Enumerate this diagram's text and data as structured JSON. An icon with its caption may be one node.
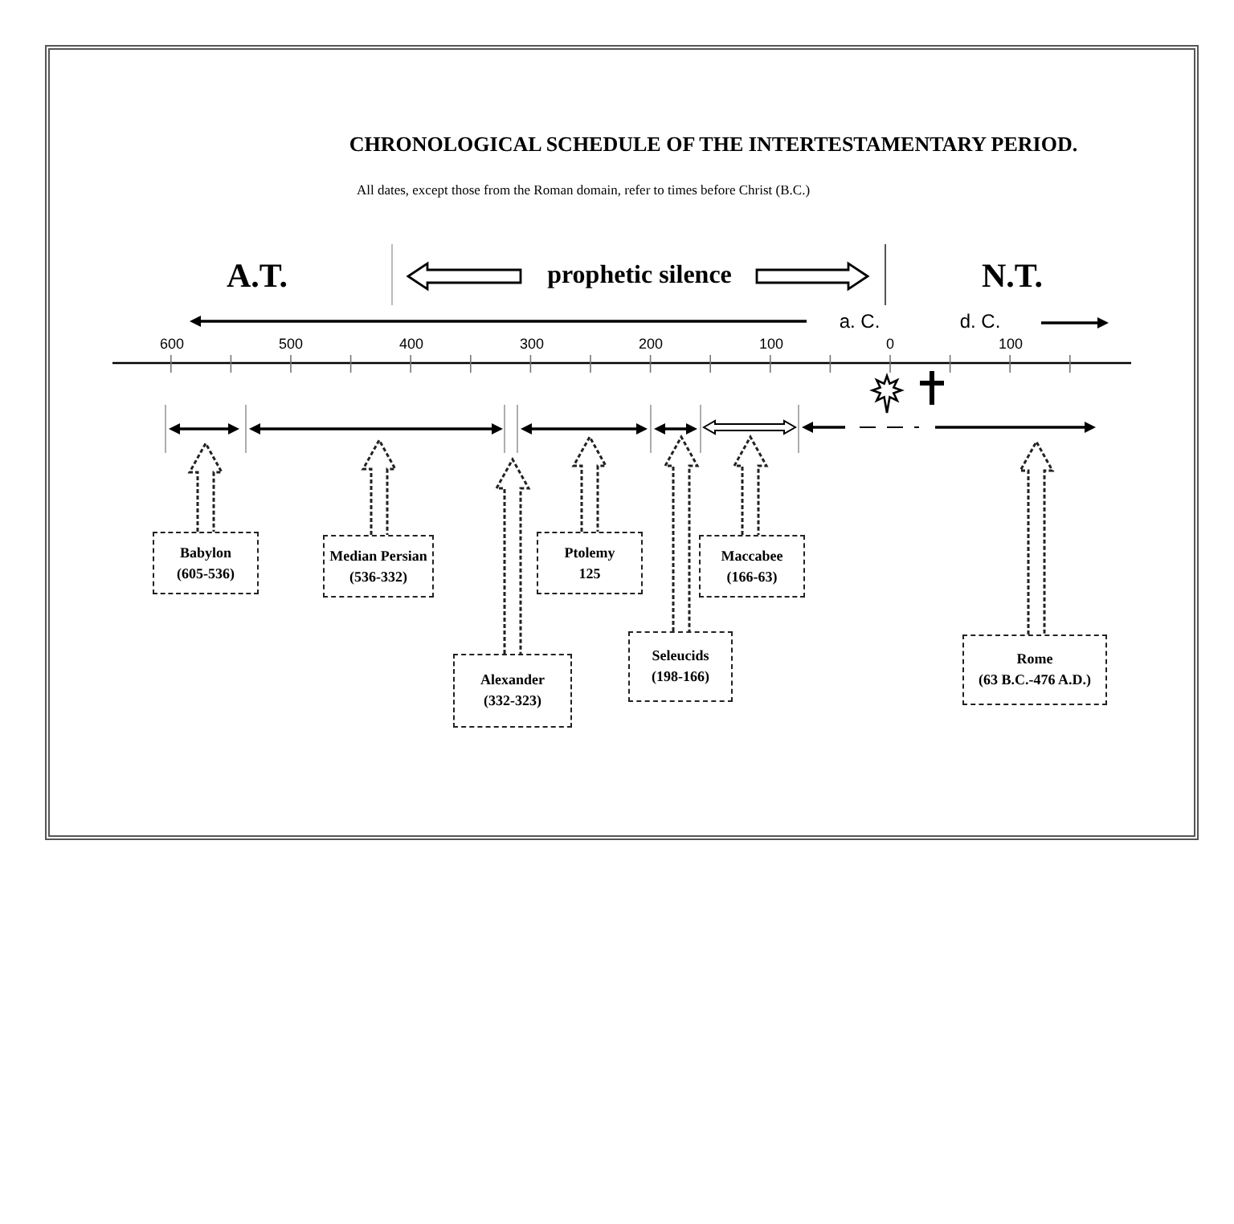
{
  "diagram": {
    "title": "CHRONOLOGICAL SCHEDULE OF THE INTERTESTAMENTARY PERIOD.",
    "nodes": [
      {
        "text": [
          "Babylon",
          "(605-536)"
        ]
      },
      {
        "text": [
          "Median Persian",
          "(536-332)"
        ]
      },
      {
        "text": [
          "Alexander",
          "(332-323)"
        ]
      },
      {
        "text": [
          "Ptolemy",
          "125"
        ]
      },
      {
        "text": [
          "Seleucids",
          "(198-166)"
        ]
      },
      {
        "text": [
          "Maccabee",
          "(166-63)"
        ]
      },
      {
        "text": [
          "Rome",
          "(63 B.C.-476 A.D.)"
        ]
      }
    ],
    "edges": [
      {
        "from": 0,
        "to": null,
        "arrow": "to",
        "style": "dashed"
      },
      {
        "from": 1,
        "to": null,
        "arrow": "to",
        "style": "dashed"
      },
      {
        "from": 2,
        "to": null,
        "arrow": "to",
        "style": "dashed"
      },
      {
        "from": 3,
        "to": null,
        "arrow": "to",
        "style": "dashed"
      },
      {
        "from": 4,
        "to": null,
        "arrow": "to",
        "style": "dashed"
      },
      {
        "from": 5,
        "to": null,
        "arrow": "to",
        "style": "dashed"
      },
      {
        "from": 6,
        "to": null,
        "arrow": "to",
        "style": "dashed"
      }
    ],
    "labels": [
      "All dates, except those from the Roman domain, refer to times before Christ (B.C.)",
      "A.T.",
      "prophetic silence",
      "N.T.",
      "a. C.",
      "d. C.",
      "600",
      "500",
      "400",
      "300",
      "200",
      "100",
      "0",
      "100"
    ]
  }
}
